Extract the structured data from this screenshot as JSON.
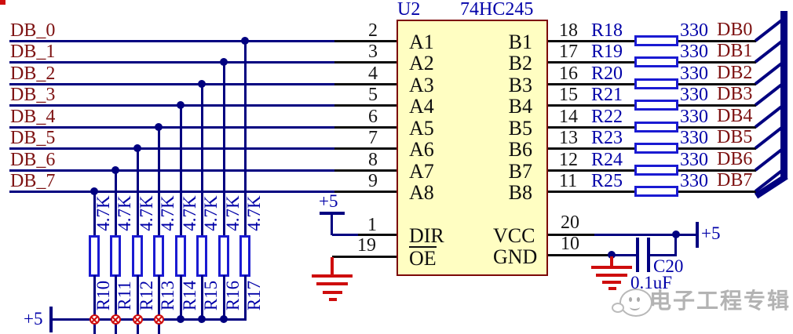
{
  "chip": {
    "refdes": "U2",
    "part": "74HC245",
    "pins": {
      "dir": {
        "number": "1",
        "label": "DIR"
      },
      "oe": {
        "number": "19",
        "label": "OE"
      },
      "vcc": {
        "number": "20",
        "label": "VCC"
      },
      "gnd": {
        "number": "10",
        "label": "GND"
      }
    }
  },
  "rows": [
    {
      "left_net": "DB_0",
      "left_pin": "2",
      "a": "A1",
      "b": "B1",
      "right_pin": "18",
      "res_ref": "R18",
      "res_value": "330",
      "right_net": "DB0"
    },
    {
      "left_net": "DB_1",
      "left_pin": "3",
      "a": "A2",
      "b": "B2",
      "right_pin": "17",
      "res_ref": "R19",
      "res_value": "330",
      "right_net": "DB1"
    },
    {
      "left_net": "DB_2",
      "left_pin": "4",
      "a": "A3",
      "b": "B3",
      "right_pin": "16",
      "res_ref": "R20",
      "res_value": "330",
      "right_net": "DB2"
    },
    {
      "left_net": "DB_3",
      "left_pin": "5",
      "a": "A4",
      "b": "B4",
      "right_pin": "15",
      "res_ref": "R21",
      "res_value": "330",
      "right_net": "DB3"
    },
    {
      "left_net": "DB_4",
      "left_pin": "6",
      "a": "A5",
      "b": "B5",
      "right_pin": "14",
      "res_ref": "R22",
      "res_value": "330",
      "right_net": "DB4"
    },
    {
      "left_net": "DB_5",
      "left_pin": "7",
      "a": "A6",
      "b": "B6",
      "right_pin": "13",
      "res_ref": "R23",
      "res_value": "330",
      "right_net": "DB5"
    },
    {
      "left_net": "DB_6",
      "left_pin": "8",
      "a": "A7",
      "b": "B7",
      "right_pin": "12",
      "res_ref": "R24",
      "res_value": "330",
      "right_net": "DB6"
    },
    {
      "left_net": "DB_7",
      "left_pin": "9",
      "a": "A8",
      "b": "B8",
      "right_pin": "11",
      "res_ref": "R25",
      "res_value": "330",
      "right_net": "DB7"
    }
  ],
  "pullups": [
    {
      "ref": "R10",
      "value": "4.7K"
    },
    {
      "ref": "R11",
      "value": "4.7K"
    },
    {
      "ref": "R12",
      "value": "4.7K"
    },
    {
      "ref": "R13",
      "value": "4.7K"
    },
    {
      "ref": "R14",
      "value": "4.7K"
    },
    {
      "ref": "R15",
      "value": "4.7K"
    },
    {
      "ref": "R16",
      "value": "4.7K"
    },
    {
      "ref": "R17",
      "value": "4.7K"
    }
  ],
  "power": {
    "rail": "+5"
  },
  "cap": {
    "ref": "C20",
    "value": "0.1uF"
  },
  "watermark": {
    "text": "电子工程专辑"
  },
  "colors": {
    "wire": "#000080",
    "resistor": "#1a1ad2",
    "net_label": "#7d1111",
    "blue_text": "#0000a8",
    "red": "#ce0d0d",
    "chip_fill": "#fffec2",
    "chip_border": "#7c0808"
  }
}
